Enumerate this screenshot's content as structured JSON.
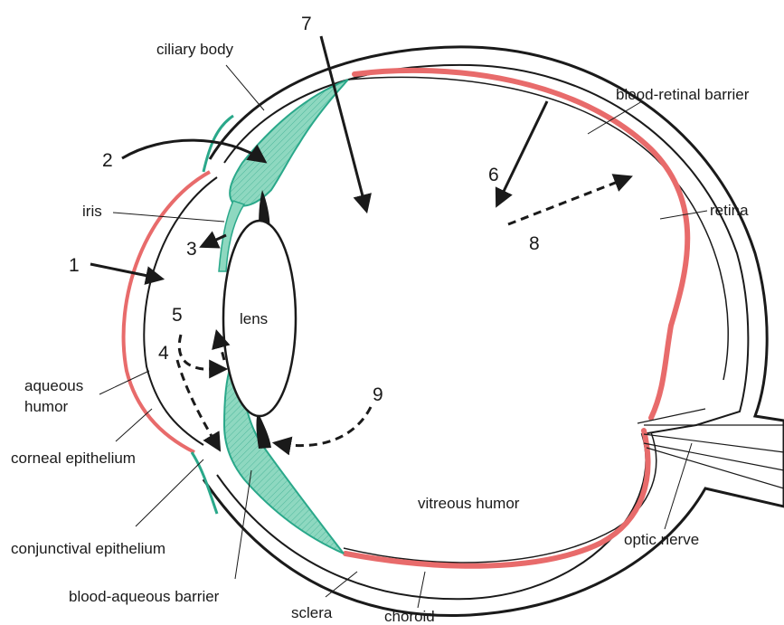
{
  "labels": {
    "ciliary_body": "ciliary body",
    "blood_retinal_barrier": "blood-retinal barrier",
    "iris": "iris",
    "retina": "retina",
    "lens": "lens",
    "aqueous_humor_line1": "aqueous",
    "aqueous_humor_line2": "humor",
    "corneal_epithelium": "corneal epithelium",
    "conjunctival_epithelium": "conjunctival epithelium",
    "vitreous_humor": "vitreous humor",
    "optic_nerve": "optic nerve",
    "blood_aqueous_barrier": "blood-aqueous barrier",
    "sclera": "sclera",
    "choroid": "choroid"
  },
  "numbers": [
    "1",
    "2",
    "3",
    "4",
    "5",
    "6",
    "7",
    "8",
    "9"
  ],
  "colors": {
    "barrier_red": "#e86b6b",
    "ciliary_green": "#8ed8c0",
    "ciliary_green_edge": "#2aa88a",
    "outline": "#1a1a1a"
  }
}
